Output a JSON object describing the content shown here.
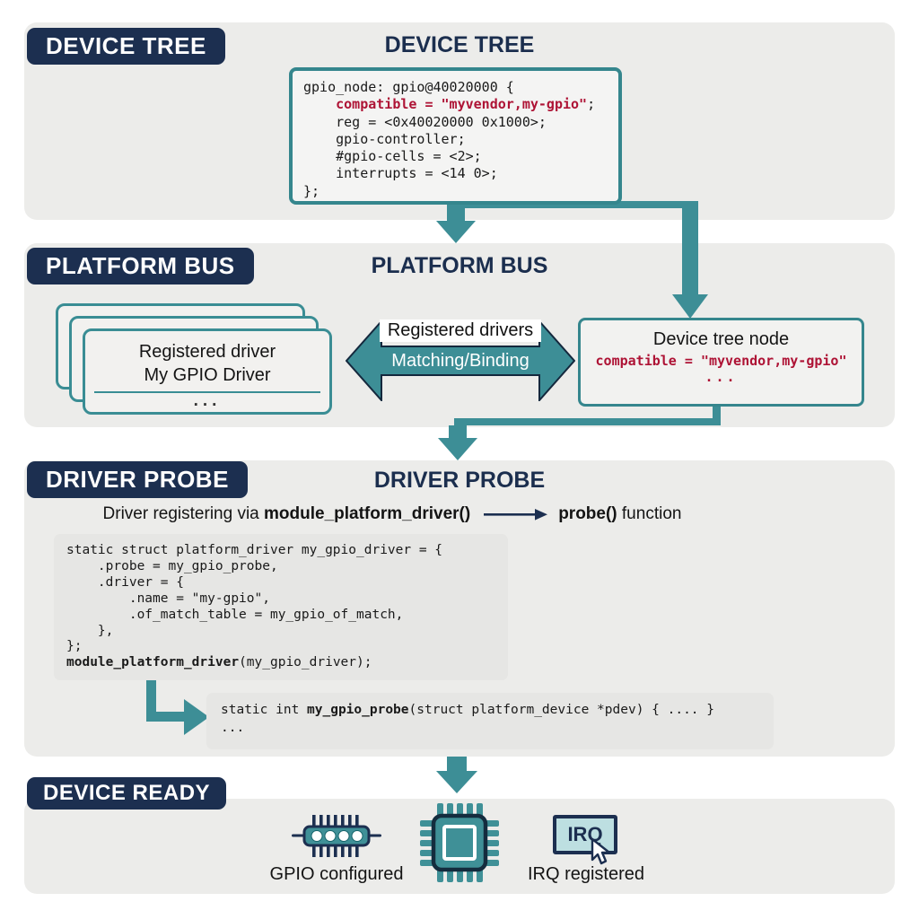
{
  "colors": {
    "teal_accent": "#3d8e96",
    "navy": "#1c2f50",
    "code_red": "#ae1335",
    "section_bg": "#ececea"
  },
  "device_tree": {
    "badge": "DEVICE TREE",
    "title": "DEVICE TREE",
    "code": {
      "l1": "gpio_node: gpio@40020000 {",
      "l2_indent": "    ",
      "l2_red": "compatible = \"myvendor,my-gpio\"",
      "l2_end": ";",
      "l3": "    reg = <0x40020000 0x1000>;",
      "l4": "    gpio-controller;",
      "l5": "    #gpio-cells = <2>;",
      "l6": "    interrupts = <14 0>;",
      "l7": "};"
    }
  },
  "platform_bus": {
    "badge": "PLATFORM BUS",
    "title": "PLATFORM BUS",
    "card": {
      "line1": "Registered driver",
      "line2": "My GPIO Driver",
      "dots": "..."
    },
    "match_arrow": {
      "top_label": "Registered drivers",
      "inner_label": "Matching/Binding"
    },
    "node_box": {
      "title": "Device tree node",
      "red_code": "compatible = \"myvendor,my-gpio\"",
      "dots": "..."
    }
  },
  "driver_probe": {
    "badge": "DRIVER PROBE",
    "title": "DRIVER PROBE",
    "subtitle": {
      "pre": "Driver registering via ",
      "fn1": "module_platform_driver()",
      "fn2": "probe()",
      "post": " function"
    },
    "code1_lines": [
      "static struct platform_driver my_gpio_driver = {",
      "    .probe = my_gpio_probe,",
      "    .driver = {",
      "        .name = \"my-gpio\",",
      "        .of_match_table = my_gpio_of_match,",
      "    },",
      "};"
    ],
    "code1_last": {
      "bold": "module_platform_driver",
      "rest": "(my_gpio_driver);"
    },
    "code2": {
      "pre": "static int ",
      "bold": "my_gpio_probe",
      "post": "(struct platform_device *pdev) { .... }",
      "line2": "..."
    }
  },
  "device_ready": {
    "badge": "DEVICE READY",
    "irq_box_text": "IRQ",
    "gpio_label": "GPIO configured",
    "irq_label": "IRQ registered"
  }
}
